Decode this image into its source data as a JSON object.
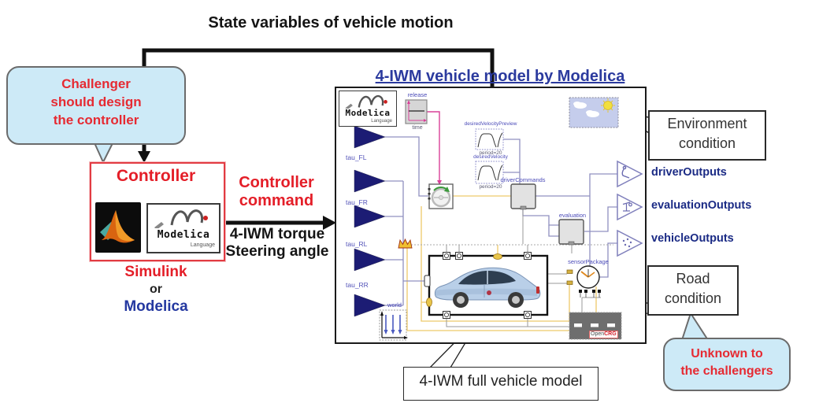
{
  "header": {
    "title": "State variables of vehicle motion"
  },
  "challenger_bubble": {
    "line1": "Challenger",
    "line2": "should design",
    "line3": "the controller"
  },
  "controller": {
    "title": "Controller",
    "impl1": "Simulink",
    "impl2": "or",
    "impl3": "Modelica"
  },
  "command": {
    "line1": "Controller",
    "line2": "command",
    "detail1": "4-IWM torque",
    "detail2": "Steering angle"
  },
  "model": {
    "title": "4-IWM vehicle model by Modelica",
    "inputs": [
      "tau_FL",
      "tau_FR",
      "tau_RL",
      "tau_RR"
    ],
    "release": {
      "label": "release",
      "axis": "time"
    },
    "dvp": {
      "label": "desiredVelocityPreview",
      "period": "period=20"
    },
    "dv": {
      "label": "desiredVelocity",
      "period": "period=20"
    },
    "driver_commands": "driverCommands",
    "evaluation": "evaluation",
    "sensor": "sensorPackage",
    "world": "world",
    "road": {
      "open": "Open",
      "crg": "CRG"
    }
  },
  "outputs": {
    "driver": "driverOutputs",
    "evaluation": "evaluationOutputs",
    "vehicle": "vehicleOutputs"
  },
  "annotations": {
    "environment": {
      "line1": "Environment",
      "line2": "condition"
    },
    "road": {
      "line1": "Road",
      "line2": "condition"
    },
    "unknown": {
      "line1": "Unknown to",
      "line2": "the challengers"
    },
    "full_model": "4-IWM full vehicle model"
  },
  "logo": {
    "modelica_word": "Modelica",
    "modelica_sub": "Language"
  },
  "colors": {
    "accent_red": "#e41e28",
    "accent_blue": "#2b3a9e",
    "bubble_blue": "#cdeaf7",
    "navy_triangle": "#1c1c74"
  }
}
